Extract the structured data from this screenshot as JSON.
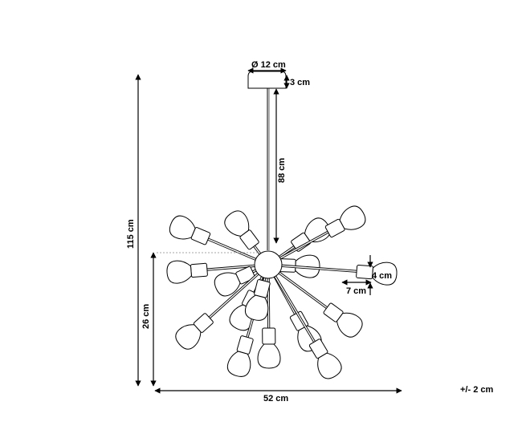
{
  "dimensions": {
    "canopy_diameter": "Ø 12 cm",
    "canopy_height": "3 cm",
    "cable_length": "88 cm",
    "total_height": "115 cm",
    "body_height": "26 cm",
    "total_width": "52 cm",
    "bulb_height": "4 cm",
    "arm_length": "7 cm"
  },
  "tolerance": "+/- 2 cm",
  "colors": {
    "line": "#000000",
    "guide": "#888888"
  }
}
